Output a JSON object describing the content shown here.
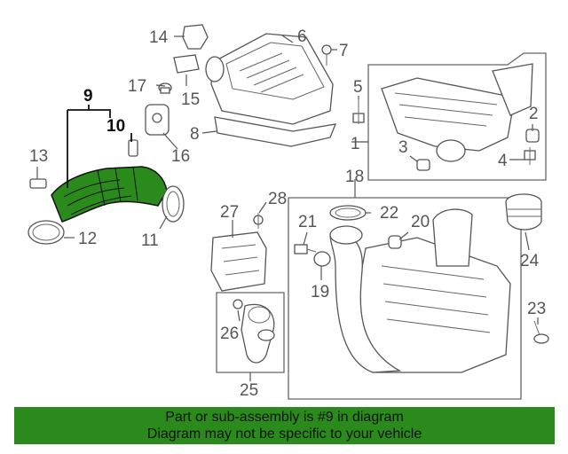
{
  "callouts": {
    "n1": "1",
    "n2": "2",
    "n3": "3",
    "n4": "4",
    "n5": "5",
    "n6": "6",
    "n7": "7",
    "n8": "8",
    "n9": "9",
    "n10": "10",
    "n11": "11",
    "n12": "12",
    "n13": "13",
    "n14": "14",
    "n15": "15",
    "n16": "16",
    "n17": "17",
    "n18": "18",
    "n19": "19",
    "n20": "20",
    "n21": "21",
    "n22": "22",
    "n23": "23",
    "n24": "24",
    "n25": "25",
    "n26": "26",
    "n27": "27",
    "n28": "28"
  },
  "highlight": {
    "part_number": "9",
    "color": "#2b8a1c"
  },
  "banner": {
    "line1": "Part or sub-assembly is #9 in diagram",
    "line2": "Diagram may not be specific to your vehicle",
    "background": "#2b8a1c"
  }
}
